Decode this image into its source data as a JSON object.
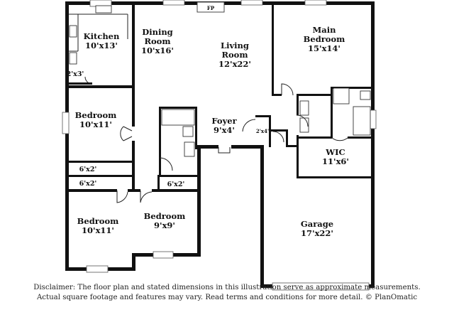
{
  "rooms": {
    "kitchen": {
      "name": "Kitchen",
      "dims": "10'x13'"
    },
    "dining": {
      "name1": "Dining",
      "name2": "Room",
      "dims": "10'x16'"
    },
    "living": {
      "name1": "Living",
      "name2": "Room",
      "dims": "12'x22'"
    },
    "main_bedroom": {
      "name1": "Main",
      "name2": "Bedroom",
      "dims": "15'x14'"
    },
    "bedroom_1": {
      "name": "Bedroom",
      "dims": "10'x11'"
    },
    "bedroom_2": {
      "name": "Bedroom",
      "dims": "10'x11'"
    },
    "bedroom_3": {
      "name": "Bedroom",
      "dims": "9'x9'"
    },
    "foyer": {
      "name": "Foyer",
      "dims": "9'x4'"
    },
    "wic": {
      "name": "WIC",
      "dims": "11'x6'"
    },
    "garage": {
      "name": "Garage",
      "dims": "17'x22'"
    }
  },
  "small_labels": {
    "pantry": "2'x3'",
    "closet_1": "6'x2'",
    "closet_2": "6'x2'",
    "closet_3": "6'x2'",
    "closet_4": "2'x4'"
  },
  "fireplace": "FP",
  "disclaimer": {
    "line1": "Disclaimer: The floor plan and stated dimensions in this illustration serve as approximate measurements.",
    "line2": "Actual square footage and features may vary. Read terms and conditions for more detail. © PlanOmatic"
  }
}
